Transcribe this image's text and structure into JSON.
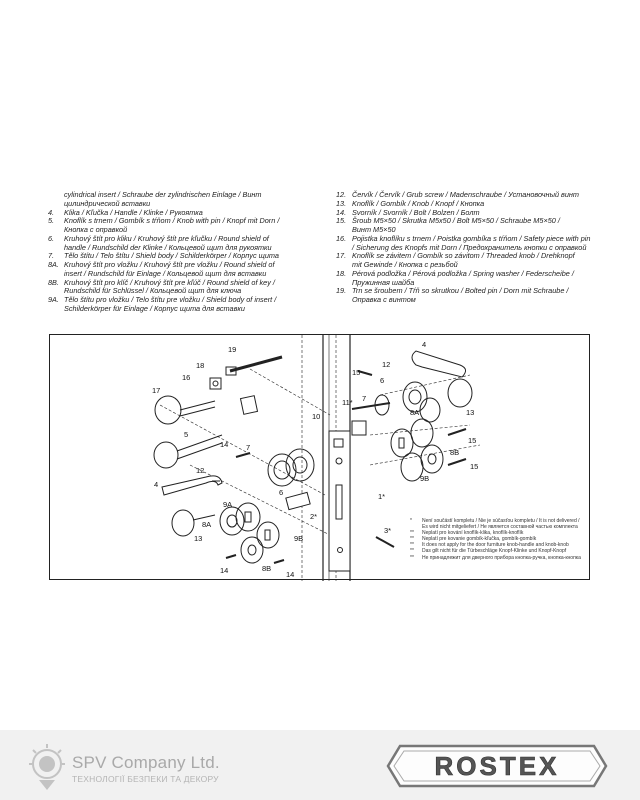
{
  "legend": {
    "left": [
      {
        "num": "",
        "text": "cylindrical insert / Schraube der zylindrischen Einlage / Винт"
      },
      {
        "num": "",
        "text": "цилиндрической вставки"
      },
      {
        "num": "4.",
        "text": "Klika / Kľučka / Handle / Klinke / Рукоятка"
      },
      {
        "num": "5.",
        "text": "Knoflík s trnem / Gombík s tŕňom / Knob with pin / Knopf mit Dorn /"
      },
      {
        "num": "",
        "text": "Кнопка с оправкой"
      },
      {
        "num": "6.",
        "text": "Kruhový štít pro kliku / Kruhový štít pre kľučku / Round shield of"
      },
      {
        "num": "",
        "text": "handle / Rundschild der Klinke / Кольцевой щит для рукоятки"
      },
      {
        "num": "7.",
        "text": "Tělo štítu / Telo štítu / Shield body / Schilderkörper / Корпус щита"
      },
      {
        "num": "8A.",
        "text": "Kruhový štít pro vložku / Kruhový štít pre vložku / Round shield of"
      },
      {
        "num": "",
        "text": "insert / Rundschild für Einlage / Кольцевой щит для вставки"
      },
      {
        "num": "8B.",
        "text": "Kruhový štít pro klíč / Kruhový štít pre kľúč / Round shield of key /"
      },
      {
        "num": "",
        "text": "Rundschild für Schlüssel / Кольцевой щит для ключа"
      },
      {
        "num": "9A.",
        "text": "Tělo štítu pro vložku / Telo štítu pre vložku / Shield body of insert /"
      },
      {
        "num": "",
        "text": "Schilderkörper für Einlage / Корпус щита для вставки"
      }
    ],
    "right": [
      {
        "num": "12.",
        "text": "Červík / Červík / Grub screw / Madenschraube / Установочный винт"
      },
      {
        "num": "13.",
        "text": "Knoflík / Gombík / Knob / Knopf / Кнопка"
      },
      {
        "num": "14.",
        "text": "Svorník / Svorník / Bolt / Bolzen / Болт"
      },
      {
        "num": "15.",
        "text": "Šroub M5×50 / Skrutka M5x50 / Bolt M5×50 / Schraube M5×50 /"
      },
      {
        "num": "",
        "text": "Винт M5×50"
      },
      {
        "num": "16.",
        "text": "Pojistka knoflíku s trnem / Poistka gombíka s tŕňom / Safety piece with pin"
      },
      {
        "num": "",
        "text": "/ Sicherung des Knopfs mit Dorn / Предохранитель кнопки с оправкой"
      },
      {
        "num": "17.",
        "text": "Knoflík se závitem / Gombík so závitom / Threaded knob / Drehknopf"
      },
      {
        "num": "",
        "text": "mit Gewinde / Кнопка с резьбой"
      },
      {
        "num": "18.",
        "text": "Pérová podložka / Pérová podložka / Spring washer / Federscheibe /"
      },
      {
        "num": "",
        "text": "Пружинная шайба"
      },
      {
        "num": "19.",
        "text": "Trn se šroubem / Tŕň so skrutkou / Bolted pin / Dorn mit Schraube /"
      },
      {
        "num": "",
        "text": "Оправка с винтом"
      }
    ]
  },
  "diagram": {
    "callouts": {
      "c19": "19",
      "c18": "18",
      "c16": "16",
      "c17": "17",
      "c14a": "14",
      "c7a": "7",
      "c12a": "12",
      "c4a": "4",
      "c6": "6",
      "c9a": "9A",
      "c8a": "8A",
      "c13a": "13",
      "c5": "5",
      "c2": "2*",
      "c9b": "9B",
      "c8b": "8B",
      "c14b": "14",
      "c14c": "14",
      "c10": "10",
      "c11": "11*",
      "c1": "1*",
      "c3": "3*",
      "c15a": "15",
      "c12b": "12",
      "c4b": "4",
      "c6b": "6",
      "c7b": "7",
      "c8a2": "8A",
      "c13b": "13",
      "c15b": "15",
      "c15c": "15",
      "c8b2": "8B",
      "c9b2": "9B"
    },
    "notes": [
      {
        "mark": "*",
        "text": "Není součástí kompletu / Nie je súčasťou kompletu / It is not delivered /"
      },
      {
        "mark": "",
        "text": "Es wird nicht mitgeliefert / Не является составной частью комплекта"
      },
      {
        "mark": "**",
        "text": "Neplatí pro kování knoflík-klika, knoflík-knoflík"
      },
      {
        "mark": "**",
        "text": "Neplatí pre kovanie gombík-kľučka, gombík-gombík"
      },
      {
        "mark": "**",
        "text": "It does not apply for the door furniture knob-handle and knob-knob"
      },
      {
        "mark": "**",
        "text": "Das gilt nicht für die Türbeschläge Knopf-Klinke und Knopf-Knopf"
      },
      {
        "mark": "**",
        "text": "Не принадлежит для дверного прибора кнопка-ручка, кнопка-кнопка"
      }
    ]
  },
  "footer": {
    "company_name": "SPV Company Ltd.",
    "slogan": "ТЕХНОЛОГІЇ БЕЗПЕКИ ТА ДЕКОРУ",
    "brand": "ROSTEX",
    "colors": {
      "footer_bg": "#f1f1f1",
      "text_gray": "#a9a9a9",
      "brand_dark": "#555555"
    }
  }
}
